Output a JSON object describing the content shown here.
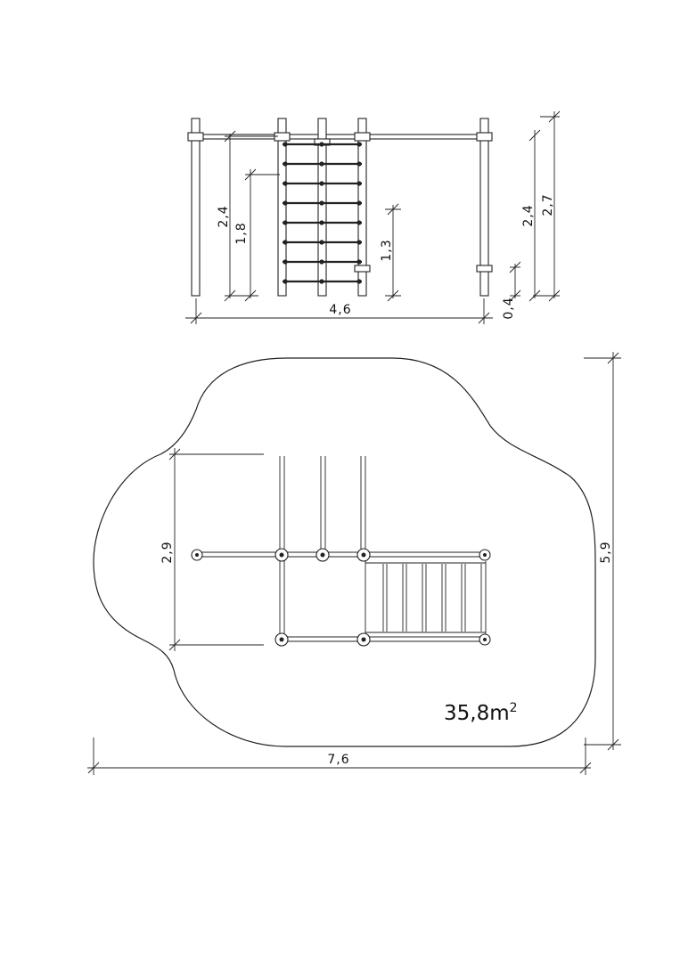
{
  "elevation": {
    "width_label": "4,6",
    "height_total_label": "2,7",
    "height_bar_label": "2,4",
    "height_bar_left_label": "2,4",
    "rung_height_label": "1,8",
    "ladder_height_label": "1,3",
    "ground_offset_label": "0,4"
  },
  "plan": {
    "width_label": "7,6",
    "depth_label": "5,9",
    "inner_depth_label": "2,9",
    "area_value": "35,8m",
    "area_superscript": "2"
  }
}
